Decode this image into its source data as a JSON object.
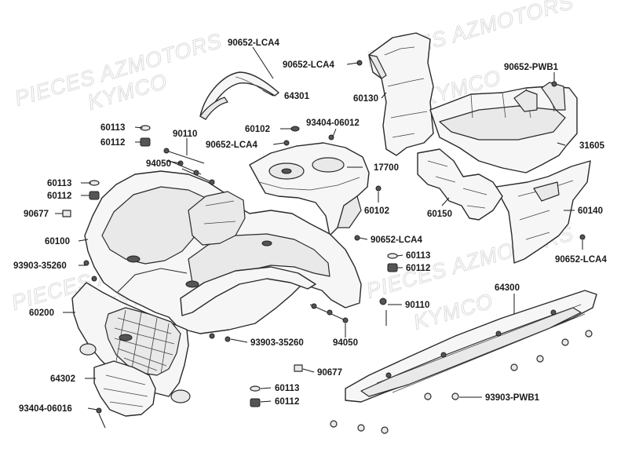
{
  "watermark": {
    "line1": "PIECES AZMOTORS",
    "line2": "KYMCO"
  },
  "callouts": {
    "c90652_lca4_top": "90652-LCA4",
    "c90652_lca4_b": "90652-LCA4",
    "c64301": "64301",
    "c60130": "60130",
    "c90652_pwb1": "90652-PWB1",
    "c60113_a": "60113",
    "c60112_a": "60112",
    "c90110_a": "90110",
    "c60102_a": "60102",
    "c93404_06012": "93404-06012",
    "c90652_lca4_c": "90652-LCA4",
    "c31605": "31605",
    "c94050_a": "94050",
    "c17700": "17700",
    "c60113_b": "60113",
    "c60112_b": "60112",
    "c60102_b": "60102",
    "c60150": "60150",
    "c60140": "60140",
    "c90677_a": "90677",
    "c60100": "60100",
    "c90652_lca4_d": "90652-LCA4",
    "c60113_c": "60113",
    "c90652_lca4_e": "90652-LCA4",
    "c60112_c": "60112",
    "c93903_35260_a": "93903-35260",
    "c64300": "64300",
    "c60200": "60200",
    "c90110_b": "90110",
    "c94050_b": "94050",
    "c93903_35260_b": "93903-35260",
    "c90677_b": "90677",
    "c64302": "64302",
    "c60113_d": "60113",
    "c93903_pwb1": "93903-PWB1",
    "c60112_d": "60112",
    "c93404_06016": "93404-06016"
  }
}
